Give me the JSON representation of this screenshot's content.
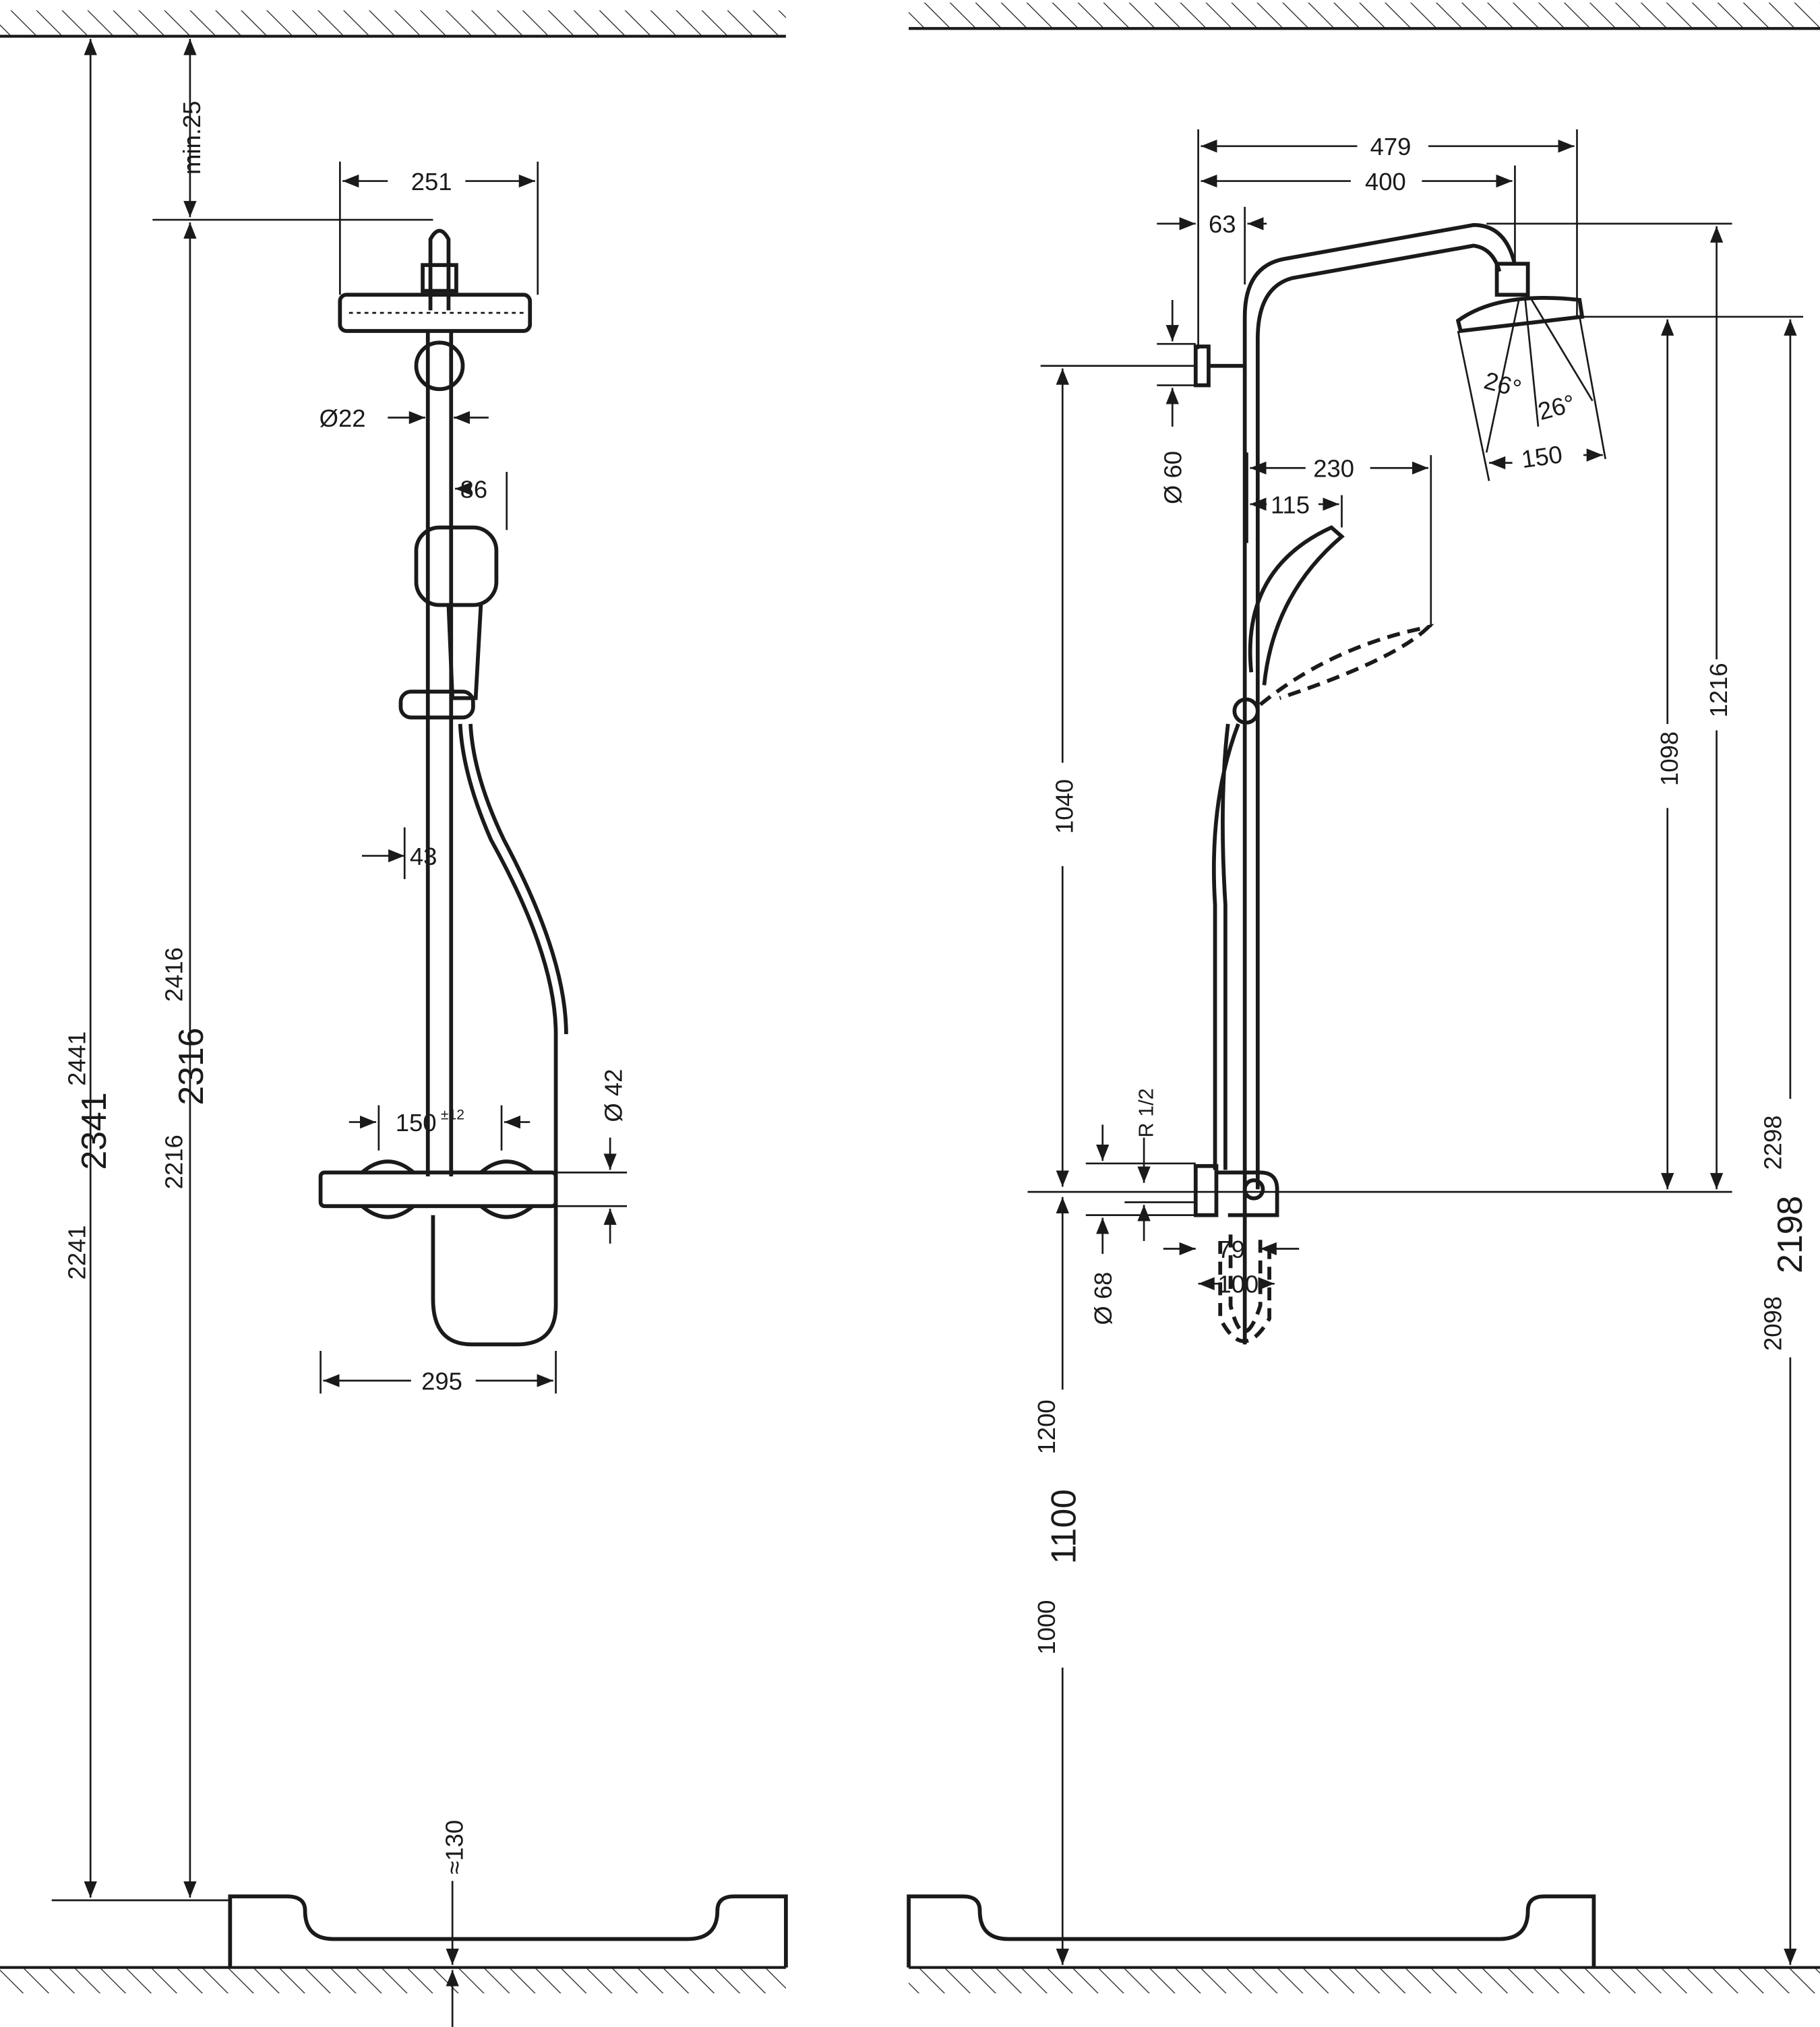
{
  "left_view": {
    "dims": {
      "min_clearance": "min.25",
      "head_width": "251",
      "rail_diameter": "Ø22",
      "hand_shower_width": "86",
      "holder_offset": "43",
      "outlet_spacing": "150",
      "outlet_spacing_tol": "±12",
      "mixer_diameter": "Ø 42",
      "mixer_width": "295",
      "tray_height": "≈130",
      "total_height_high": "2441",
      "total_height": "2341",
      "total_height_low": "2241",
      "rail_height_high": "2416",
      "rail_height": "2316",
      "rail_height_low": "2216"
    }
  },
  "right_view": {
    "dims": {
      "arm_projection_total": "479",
      "arm_projection": "400",
      "wall_offset": "63",
      "bracket_diameter": "Ø 60",
      "hand_reach": "230",
      "hand_offset": "115",
      "spray_angle_1": "26°",
      "spray_angle_2": "26°",
      "spray_width": "150",
      "head_to_mixer": "1098",
      "top_to_mixer": "1216",
      "bracket_to_mixer": "1040",
      "connection_thread": "R 1/2",
      "mixer_diameter": "Ø 68",
      "mixer_depth": "79",
      "mixer_depth_total": "100",
      "mixer_height_high": "1200",
      "mixer_height": "1100",
      "mixer_height_low": "1000",
      "head_height_high": "2298",
      "head_height": "2198",
      "head_height_low": "2098"
    }
  }
}
